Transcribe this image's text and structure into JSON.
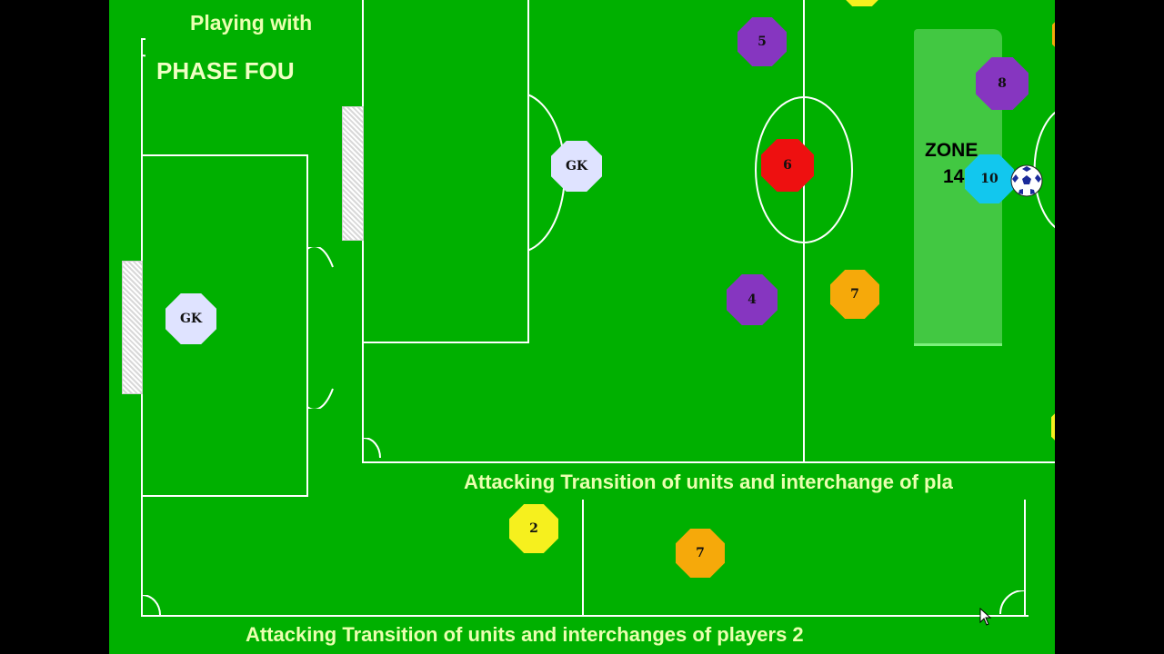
{
  "titles": {
    "playing_with": "Playing with",
    "phase": "PHASE FOU",
    "caption_top": "Attacking Transition of units and interchange of pla",
    "caption_bottom": "Attacking Transition of units and interchanges of players 2"
  },
  "zone": {
    "line1": "ZONE",
    "line2": "14"
  },
  "players": [
    {
      "id": "gk-left",
      "label": "GK",
      "team": "goalkeeper"
    },
    {
      "id": "gk-top",
      "label": "GK",
      "team": "goalkeeper"
    },
    {
      "id": "p5",
      "label": "5",
      "team": "purple"
    },
    {
      "id": "p8",
      "label": "8",
      "team": "purple"
    },
    {
      "id": "p6",
      "label": "6",
      "team": "red"
    },
    {
      "id": "p10",
      "label": "10",
      "team": "cyan"
    },
    {
      "id": "p4",
      "label": "4",
      "team": "purple"
    },
    {
      "id": "p7-mid",
      "label": "7",
      "team": "orange"
    },
    {
      "id": "p2",
      "label": "2",
      "team": "yellow"
    },
    {
      "id": "p7-bottom",
      "label": "7",
      "team": "orange"
    }
  ],
  "colors": {
    "pitch": "#00b000",
    "goalkeeper": "#dfe3ff",
    "yellow": "#f6f01e",
    "orange": "#f6a90a",
    "purple": "#8636c0",
    "red": "#ee1010",
    "cyan": "#12c7ee",
    "caption": "#eaffb0"
  },
  "icons": {
    "ball": "soccer-ball-icon",
    "cursor": "mouse-pointer-icon"
  }
}
